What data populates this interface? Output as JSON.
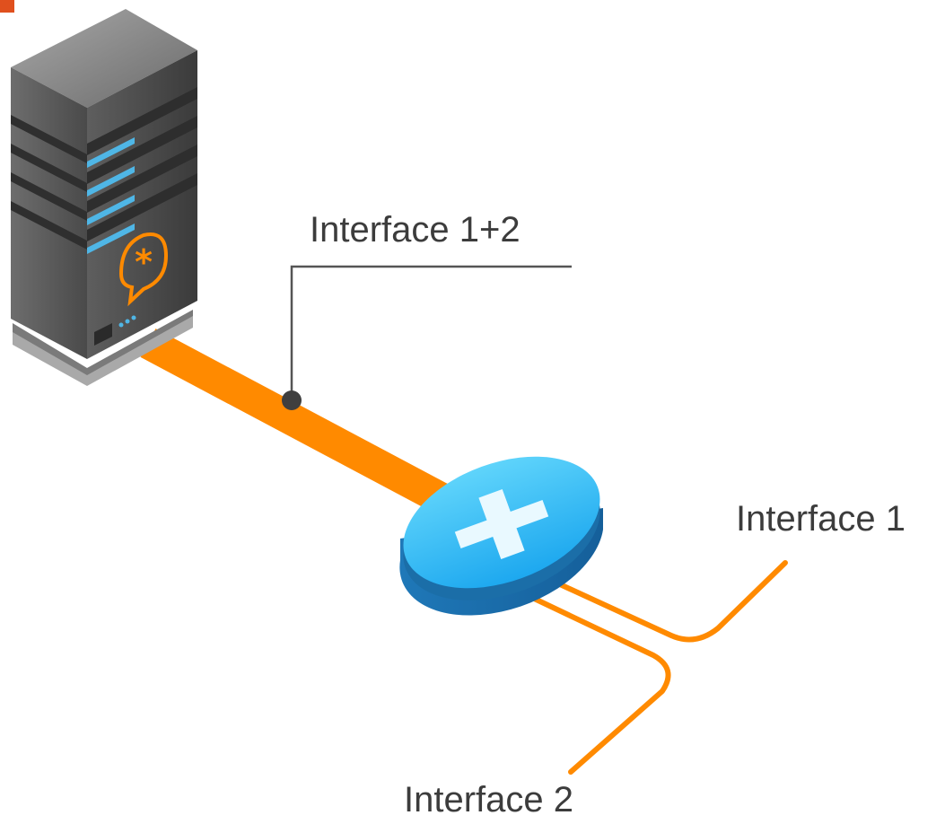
{
  "diagram": {
    "labels": {
      "combined": "Interface 1+2",
      "interface_1": "Interface 1",
      "interface_2": "Interface 2"
    },
    "nodes": [
      {
        "id": "server",
        "icon": "asterisk-server-icon"
      },
      {
        "id": "splitter",
        "icon": "cross-splitter-icon"
      }
    ],
    "edges": [
      {
        "from": "server",
        "to": "splitter",
        "label": "Interface 1+2"
      },
      {
        "from": "splitter",
        "to": "interface_1",
        "label": "Interface 1"
      },
      {
        "from": "splitter",
        "to": "interface_2",
        "label": "Interface 2"
      }
    ],
    "colors": {
      "link": "#ff8a00",
      "splitter_top": "#38c3f6",
      "splitter_side": "#1a7fc4",
      "server_body": "#5a5a5a",
      "server_light": "#4fb6e6",
      "callout_line": "#555555",
      "logo": "#ff8a00",
      "corner_mark": "#e0501e"
    }
  }
}
